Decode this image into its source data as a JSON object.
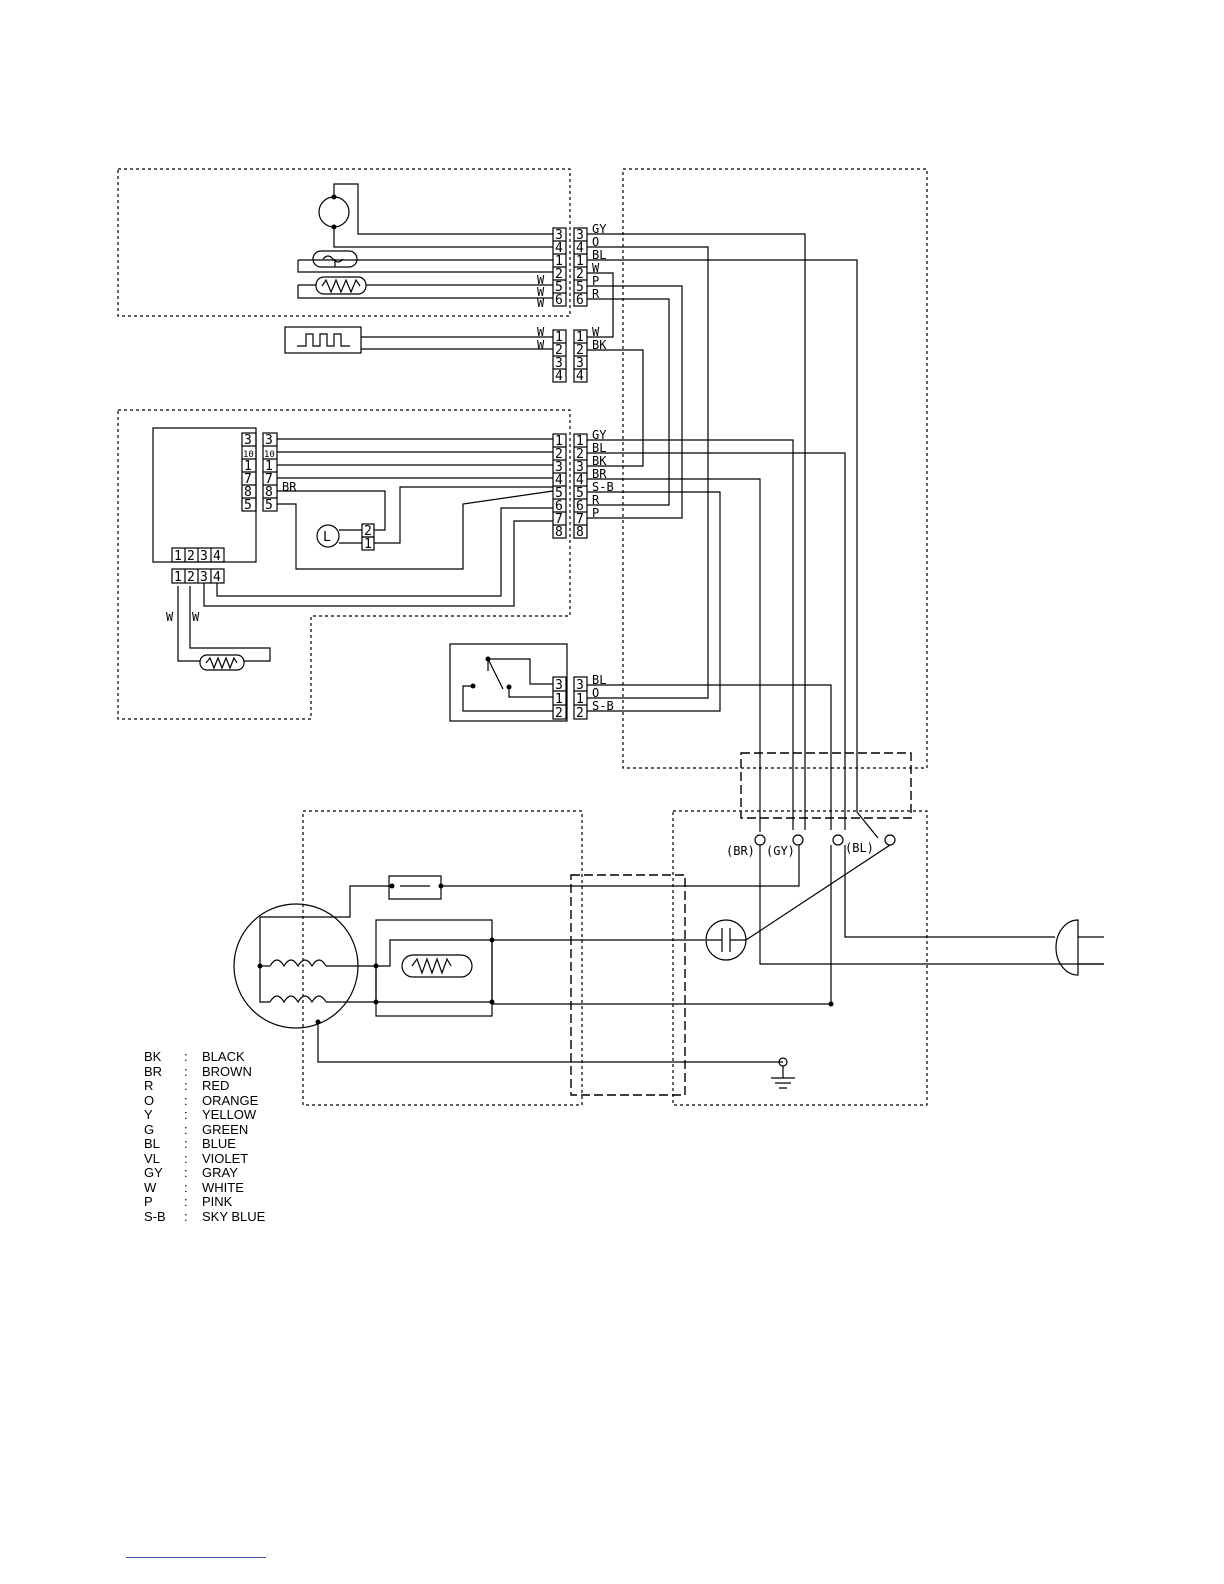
{
  "connector_top_left": [
    "3",
    "4",
    "1",
    "2",
    "5",
    "6"
  ],
  "connector_top_right": [
    "3",
    "4",
    "1",
    "2",
    "5",
    "6"
  ],
  "wire_labels_top": [
    "GY",
    "O",
    "BL",
    "W",
    "P",
    "R"
  ],
  "left_w_marks": [
    "W",
    "W",
    "W"
  ],
  "connector_mid_left": [
    "1",
    "2",
    "3",
    "4"
  ],
  "connector_mid_right": [
    "1",
    "2",
    "3",
    "4"
  ],
  "wire_labels_mid": [
    "W",
    "BK"
  ],
  "mid_left_w_marks": [
    "W",
    "W"
  ],
  "board_connector_left": [
    "3",
    "10",
    "1",
    "7",
    "8",
    "5"
  ],
  "board_connector_right": [
    "3",
    "10",
    "1",
    "7",
    "8",
    "5"
  ],
  "board_br_label": "BR",
  "board_bottom_pins": [
    "1",
    "2",
    "3",
    "4"
  ],
  "board_w_marks": [
    "W",
    "W"
  ],
  "lamp_label": "L",
  "lamp_pins": [
    "2",
    "1"
  ],
  "connector_big_left": [
    "1",
    "2",
    "3",
    "4",
    "5",
    "6",
    "7",
    "8"
  ],
  "connector_big_right": [
    "1",
    "2",
    "3",
    "4",
    "5",
    "6",
    "7",
    "8"
  ],
  "wire_labels_big": [
    "GY",
    "BL",
    "BK",
    "BR",
    "S-B",
    "R",
    "P"
  ],
  "switch_connector_left": [
    "3",
    "1",
    "2"
  ],
  "switch_connector_right": [
    "3",
    "1",
    "2"
  ],
  "wire_labels_switch": [
    "BL",
    "O",
    "S-B"
  ],
  "terminal_labels": [
    "(BR)",
    "(GY)",
    "(BL)"
  ],
  "legend": [
    {
      "code": "BK",
      "name": "BLACK"
    },
    {
      "code": "BR",
      "name": "BROWN"
    },
    {
      "code": "R",
      "name": "RED"
    },
    {
      "code": "O",
      "name": "ORANGE"
    },
    {
      "code": "Y",
      "name": "YELLOW"
    },
    {
      "code": "G",
      "name": "GREEN"
    },
    {
      "code": "BL",
      "name": "BLUE"
    },
    {
      "code": "VL",
      "name": "VIOLET"
    },
    {
      "code": "GY",
      "name": "GRAY"
    },
    {
      "code": "W",
      "name": "WHITE"
    },
    {
      "code": "P",
      "name": "PINK"
    },
    {
      "code": "S-B",
      "name": "SKY BLUE"
    }
  ],
  "legend_separator": ":"
}
